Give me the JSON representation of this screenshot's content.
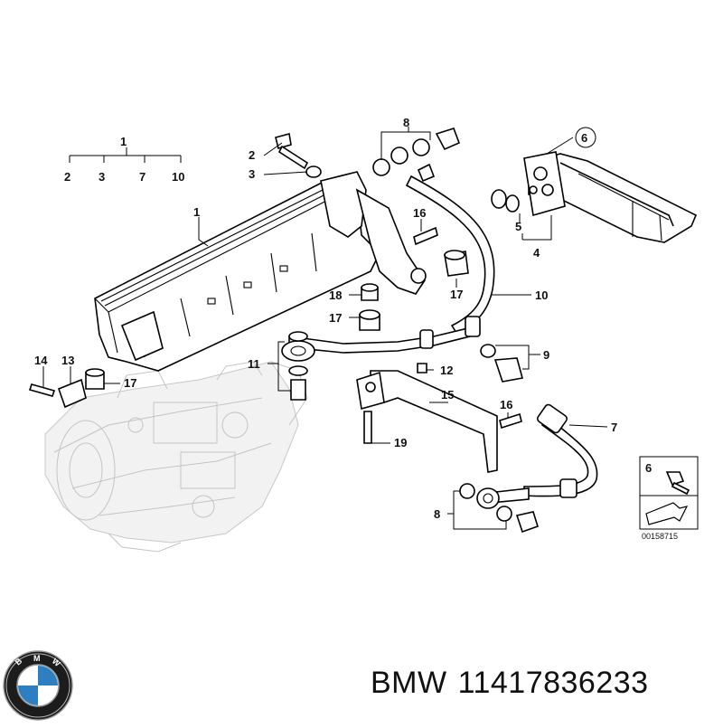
{
  "diagram": {
    "id_code": "00158715",
    "callouts": {
      "c1_top": "1",
      "c2_left": "2",
      "c3_left": "3",
      "c7_left": "7",
      "c10_left": "10",
      "c2": "2",
      "c3": "3",
      "c1_cooler": "1",
      "c8_top": "8",
      "c6_top": "6",
      "c5": "5",
      "c4": "4",
      "c16_top": "16",
      "c18": "18",
      "c17_mid": "17",
      "c17_top": "17",
      "c10_pipe": "10",
      "c14": "14",
      "c13": "13",
      "c17_left": "17",
      "c11": "11",
      "c12": "12",
      "c9": "9",
      "c15": "15",
      "c16_bot": "16",
      "c7": "7",
      "c19": "19",
      "c8_bot": "8",
      "c6_legend": "6"
    }
  },
  "footer": {
    "brand": "BMW",
    "part_number": "11417836233",
    "logo_letters": "BMW"
  },
  "colors": {
    "logo_blue": "#2d7fc1",
    "logo_ring": "#1c1c1c"
  }
}
